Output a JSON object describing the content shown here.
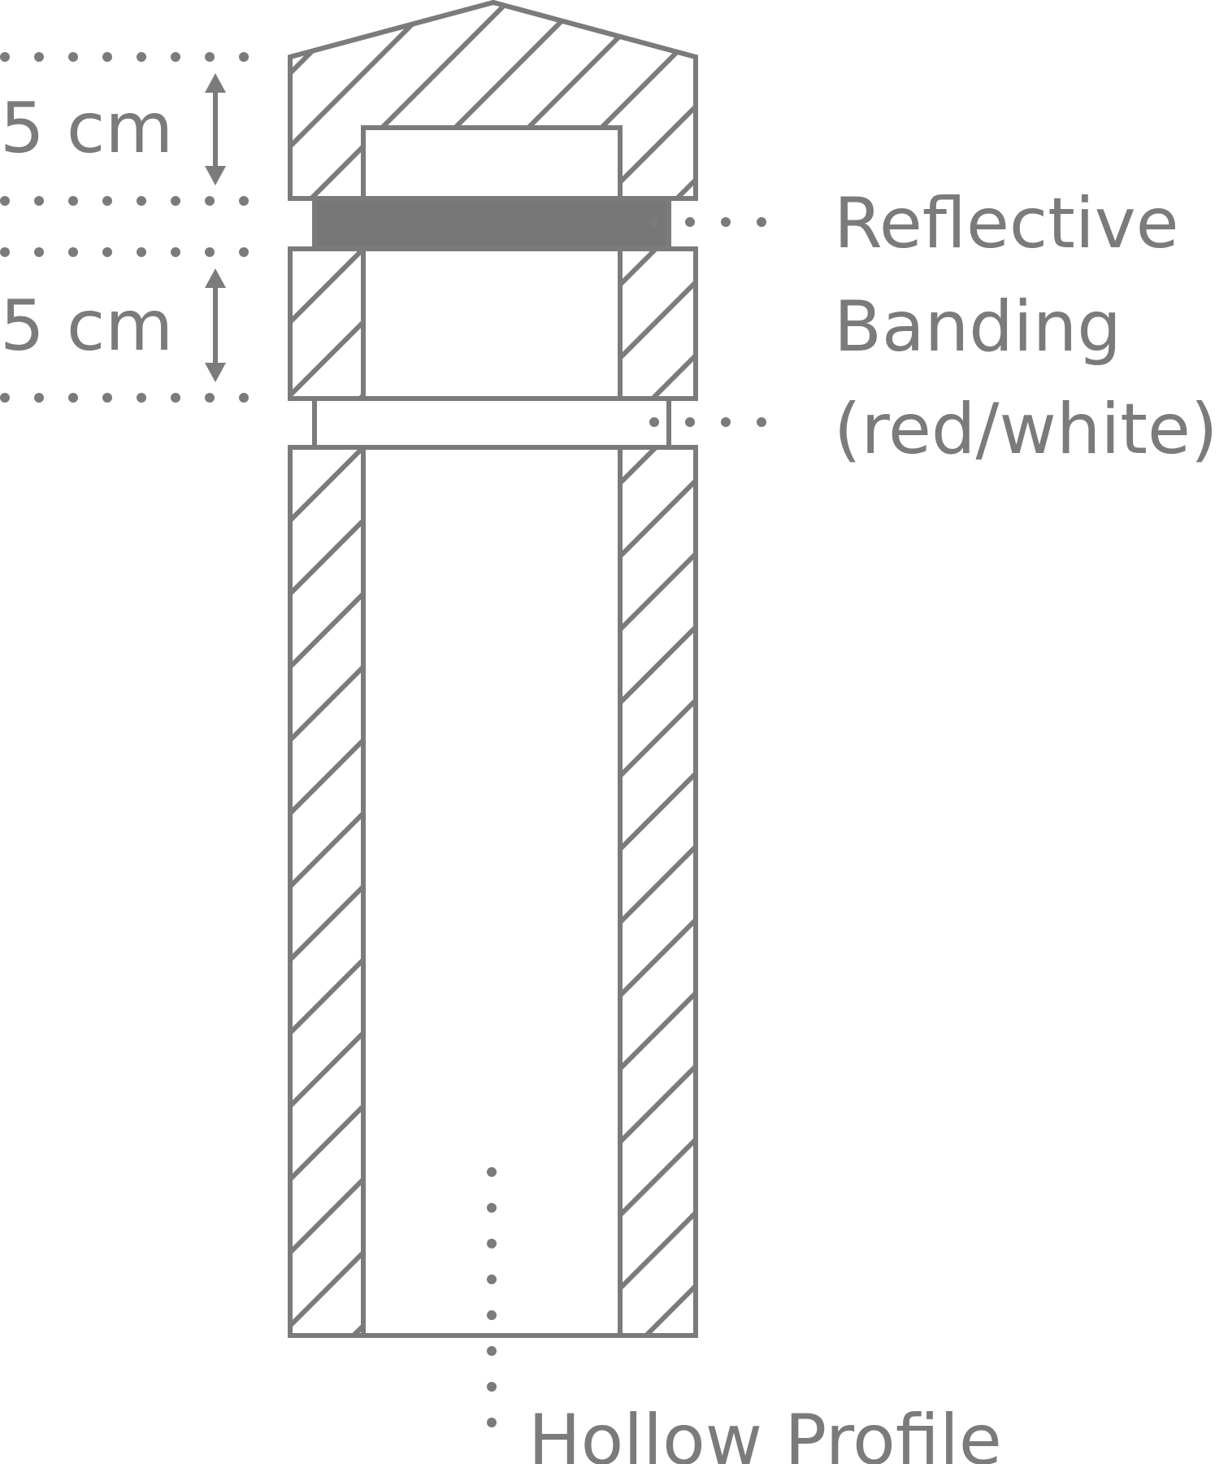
{
  "labels": {
    "dimension_upper": "5 cm",
    "dimension_lower": "5 cm",
    "reflective_line1": "Reflective",
    "reflective_line2": "Banding",
    "reflective_line3": "(red/white)",
    "hollow_profile": "Hollow Profile"
  },
  "colors": {
    "stroke": "#7b7b7b",
    "band_fill": "#777777",
    "background": "#ffffff"
  }
}
